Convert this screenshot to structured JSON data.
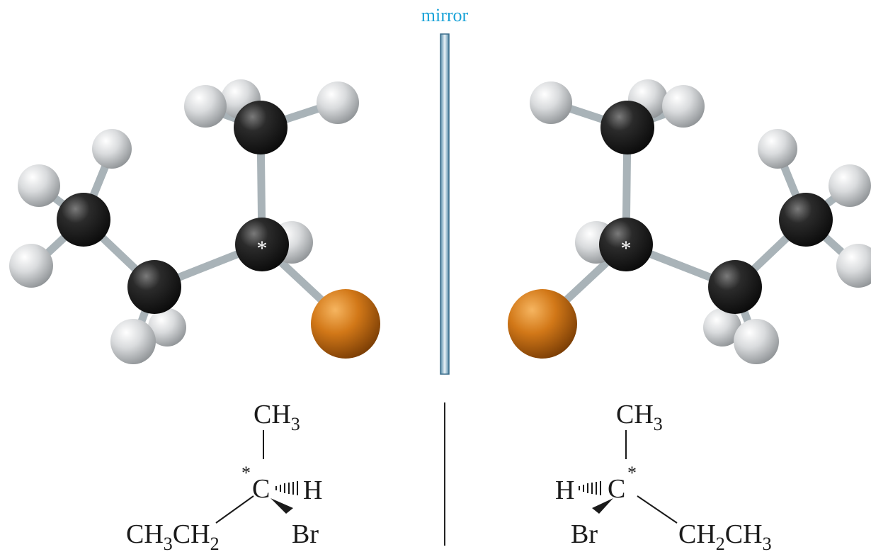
{
  "mirror": {
    "label": "mirror",
    "label_color": "#1aa3d8",
    "pane_color": "#5b95b5"
  },
  "colors": {
    "carbon": "#1c1c1c",
    "hydrogen": "#d4d6d8",
    "bromine": "#d87a1e",
    "bond": "#a9b3b8"
  },
  "stereocenter_mark": "*",
  "left_formula": {
    "top_group": {
      "main": "CH",
      "sub": "3"
    },
    "center": "C",
    "star": "*",
    "right_atom": "H",
    "bottom_right": "Br",
    "bottom_left": {
      "part1": "CH",
      "sub1": "3",
      "part2": "CH",
      "sub2": "2"
    }
  },
  "right_formula": {
    "top_group": {
      "main": "CH",
      "sub": "3"
    },
    "center": "C",
    "star": "*",
    "left_atom": "H",
    "bottom_left": "Br",
    "bottom_right": {
      "part1": "CH",
      "sub1": "2",
      "part2": "CH",
      "sub2": "3"
    }
  }
}
